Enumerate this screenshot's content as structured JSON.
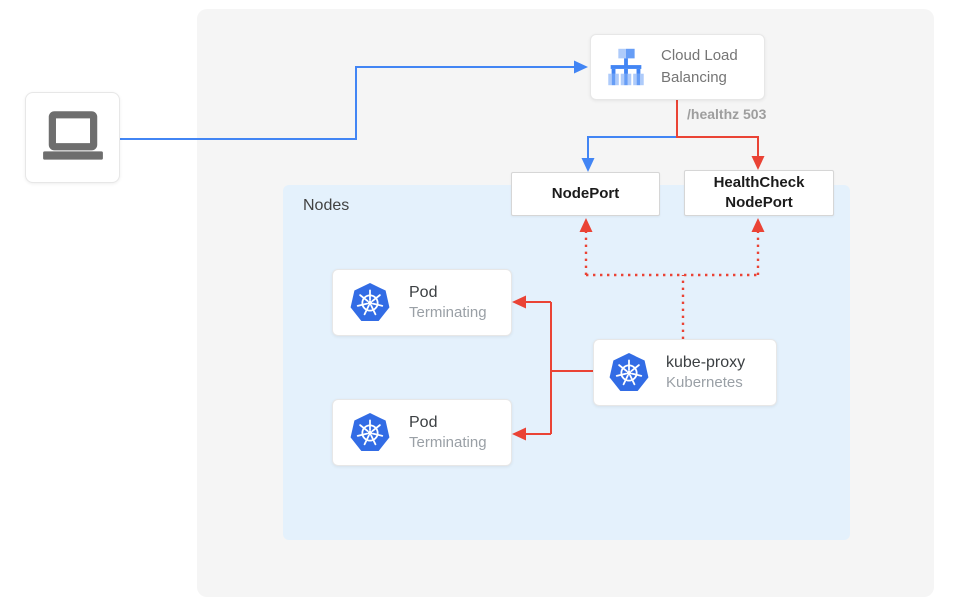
{
  "client": {
    "icon": "laptop-icon"
  },
  "cloud_load_balancing": {
    "label": "Cloud Load Balancing",
    "icon": "cloud-load-balancing-icon"
  },
  "edges": {
    "healthz_label": "/healthz 503"
  },
  "nodeport": {
    "label": "NodePort"
  },
  "healthcheck_nodeport": {
    "label": "HealthCheck NodePort"
  },
  "nodes_region": {
    "label": "Nodes"
  },
  "pods": [
    {
      "title": "Pod",
      "subtitle": "Terminating",
      "icon": "kubernetes-icon"
    },
    {
      "title": "Pod",
      "subtitle": "Terminating",
      "icon": "kubernetes-icon"
    }
  ],
  "kube_proxy": {
    "title": "kube-proxy",
    "subtitle": "Kubernetes",
    "icon": "kubernetes-icon"
  },
  "colors": {
    "traffic_blue": "#4285f4",
    "healthcheck_red": "#ea4335",
    "nodes_region_bg": "#e4f1fc",
    "panel_bg": "#f5f5f5",
    "kubernetes_blue": "#326ce5"
  }
}
